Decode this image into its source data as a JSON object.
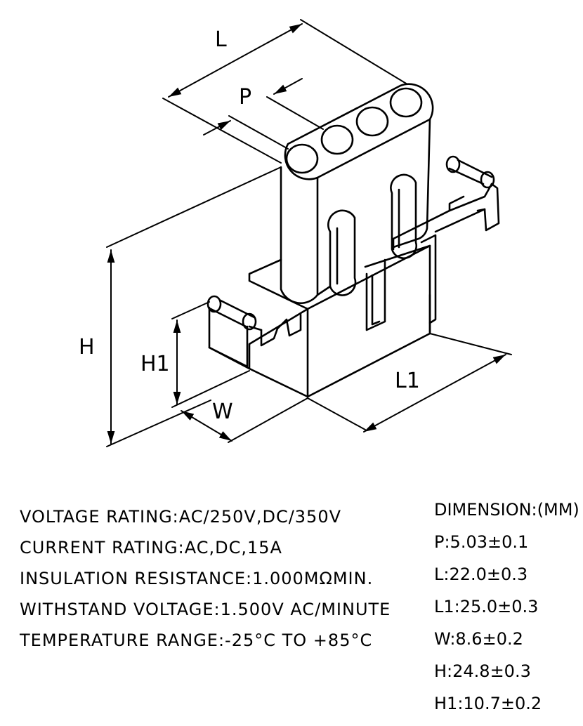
{
  "drawing": {
    "labels": {
      "L": "L",
      "P": "P",
      "H": "H",
      "H1": "H1",
      "W": "W",
      "L1": "L1"
    }
  },
  "specs": [
    "VOLTAGE RATING:AC/250V,DC/350V",
    "CURRENT RATING:AC,DC,15A",
    "INSULATION RESISTANCE:1.000MΩMIN.",
    "WITHSTAND VOLTAGE:1.500V AC/MINUTE",
    "TEMPERATURE RANGE:-25°C TO +85°C"
  ],
  "dimensions": {
    "title": "DIMENSION:(MM)",
    "items": [
      "P:5.03±0.1",
      "L:22.0±0.3",
      "L1:25.0±0.3",
      "W:8.6±0.2",
      "H:24.8±0.3",
      "H1:10.7±0.2"
    ]
  }
}
